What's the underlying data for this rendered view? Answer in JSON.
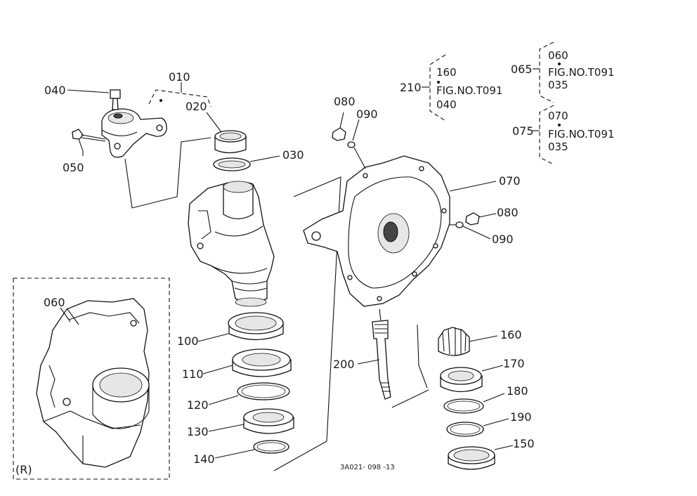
{
  "diagram_code": "3A021- 098 -13",
  "inset_label": "(R)",
  "part_labels": {
    "p010": "010",
    "p020": "020",
    "p030": "030",
    "p040": "040",
    "p050": "050",
    "p060": "060",
    "p070": "070",
    "p080a": "080",
    "p090a": "090",
    "p080b": "080",
    "p090b": "090",
    "p100": "100",
    "p110": "110",
    "p120": "120",
    "p130": "130",
    "p140": "140",
    "p150": "150",
    "p160": "160",
    "p170": "170",
    "p180": "180",
    "p190": "190",
    "p200": "200"
  },
  "references": [
    {
      "id": "210",
      "top": "160",
      "fig": "FIG.NO.T091",
      "bottom": "040"
    },
    {
      "id": "065",
      "top": "060",
      "fig": "FIG.NO.T091",
      "bottom": "035"
    },
    {
      "id": "075",
      "top": "070",
      "fig": "FIG.NO.T091",
      "bottom": "035"
    }
  ]
}
